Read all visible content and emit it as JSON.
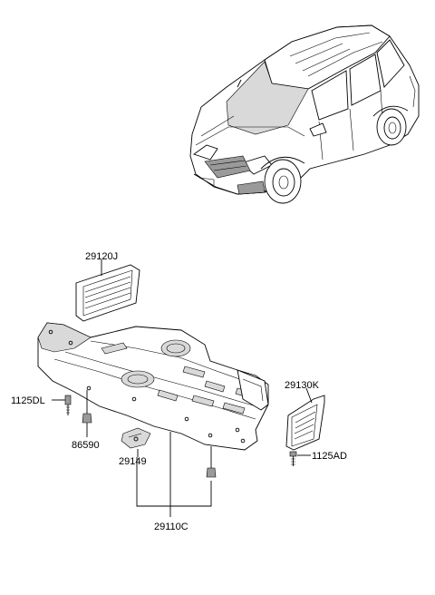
{
  "labels": {
    "p29120j": "29120J",
    "p1125dl": "1125DL",
    "p86590": "86590",
    "p29149": "29149",
    "p29110c": "29110C",
    "p29130k": "29130K",
    "p1125ad": "1125AD"
  }
}
